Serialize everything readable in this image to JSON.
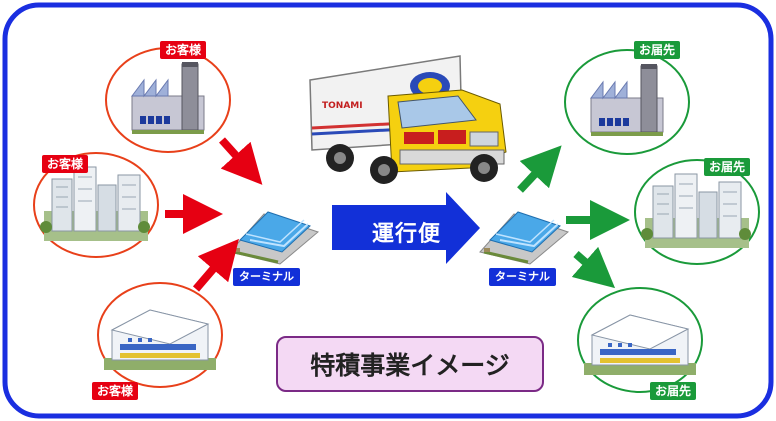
{
  "labels": {
    "customer": "お客様",
    "delivery": "お届先",
    "terminal": "ターミナル",
    "line_haul": "運行便",
    "title": "特積事業イメージ",
    "truck_brand": "TONAMI"
  },
  "colors": {
    "frame": "#1a2ee0",
    "customer_ring": "#e8401a",
    "delivery_ring": "#1a9a3a",
    "customer_arrow": "#e60012",
    "delivery_arrow": "#1a9a3a",
    "line_haul_arrow": "#1230d8",
    "terminal_roof": "#4aa8e8",
    "truck_cab": "#f5d010",
    "title_fill": "#f4d9f4",
    "title_border": "#7b2a86"
  },
  "icons": {
    "customers": [
      "factory-icon",
      "city-buildings-icon",
      "warehouse-icon"
    ],
    "deliveries": [
      "factory-icon",
      "city-buildings-icon",
      "warehouse-icon"
    ],
    "terminals": [
      "terminal-building-icon",
      "terminal-building-icon"
    ],
    "vehicle": "truck-icon"
  }
}
